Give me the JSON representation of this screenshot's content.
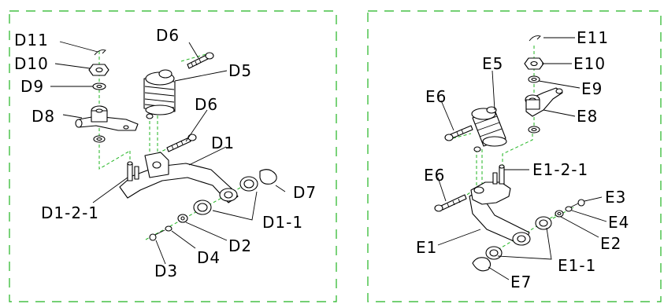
{
  "panels": {
    "d": {
      "labels": {
        "d11": "D11",
        "d10": "D10",
        "d9": "D9",
        "d8": "D8",
        "d6_top": "D6",
        "d5": "D5",
        "d6_mid": "D6",
        "d1": "D1",
        "d1_2_1": "D1-2-1",
        "d7": "D7",
        "d1_1": "D1-1",
        "d2": "D2",
        "d4": "D4",
        "d3": "D3"
      }
    },
    "e": {
      "labels": {
        "e11": "E11",
        "e5": "E5",
        "e10": "E10",
        "e9": "E9",
        "e6_top": "E6",
        "e8": "E8",
        "e6_bottom": "E6",
        "e1_2_1": "E1-2-1",
        "e3": "E3",
        "e4": "E4",
        "e2": "E2",
        "e1": "E1",
        "e1_1": "E1-1",
        "e7": "E7"
      }
    }
  },
  "colors": {
    "frame": "#22b522",
    "axis": "#22b522",
    "line": "#000000"
  }
}
